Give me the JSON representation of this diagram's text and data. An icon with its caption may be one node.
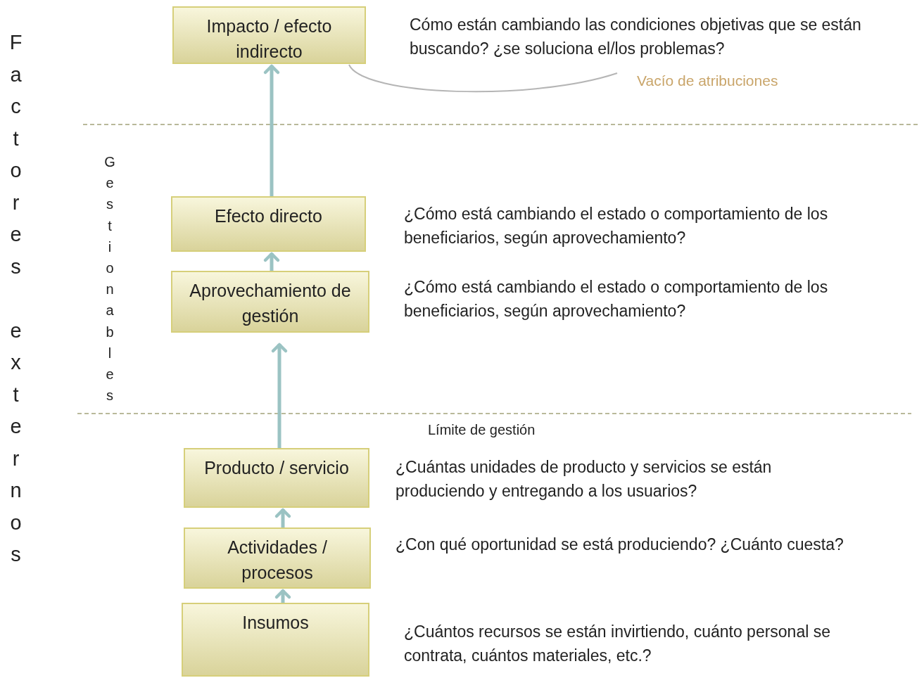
{
  "diagram": {
    "nodes": [
      {
        "text": [
          "Impacto / efecto indirecto"
        ]
      },
      {
        "text": [
          "Efecto directo"
        ],
        "beside": [
          "¿Cómo está cambiando el estado o comportamiento de los beneficiarios, según aprovechamiento?"
        ]
      },
      {
        "text": [
          "Aprovechamiento de gestión"
        ],
        "beside": [
          "¿Cómo está cambiando el estado o comportamiento de los beneficiarios, según aprovechamiento?"
        ]
      },
      {
        "text": [
          "Producto / servicio"
        ],
        "beside": [
          "¿Cuántas unidades de producto y servicios se están produciendo y entregando a los usuarios?"
        ]
      },
      {
        "text": [
          "Actividades / procesos"
        ],
        "beside": [
          "¿Con qué oportunidad se está produciendo? ¿Cuánto cuesta?"
        ]
      },
      {
        "text": [
          "Insumos"
        ],
        "beside": [
          "¿Cuántos recursos se están invirtiendo, cuánto personal se contrata, cuántos materiales, etc.?"
        ]
      },
      {
        "text": [
          "Vacío de atribuciones"
        ]
      }
    ],
    "edges": [
      {
        "from": 1,
        "to": 0,
        "arrow": "to"
      },
      {
        "from": 2,
        "to": 1,
        "arrow": "to"
      },
      {
        "from": 3,
        "to": 2,
        "arrow": "to"
      },
      {
        "from": 4,
        "to": 3,
        "arrow": "to"
      },
      {
        "from": 5,
        "to": 4,
        "arrow": "to"
      },
      {
        "from": 6,
        "to": 0,
        "arrow": "none",
        "color": "#b5b5b5"
      }
    ],
    "labels": [
      "Cómo están cambiando las condiciones objetivas que se están buscando? ¿se soluciona el/los problemas?",
      "Factores externos",
      "Gestionables",
      "Límite de gestión"
    ]
  }
}
